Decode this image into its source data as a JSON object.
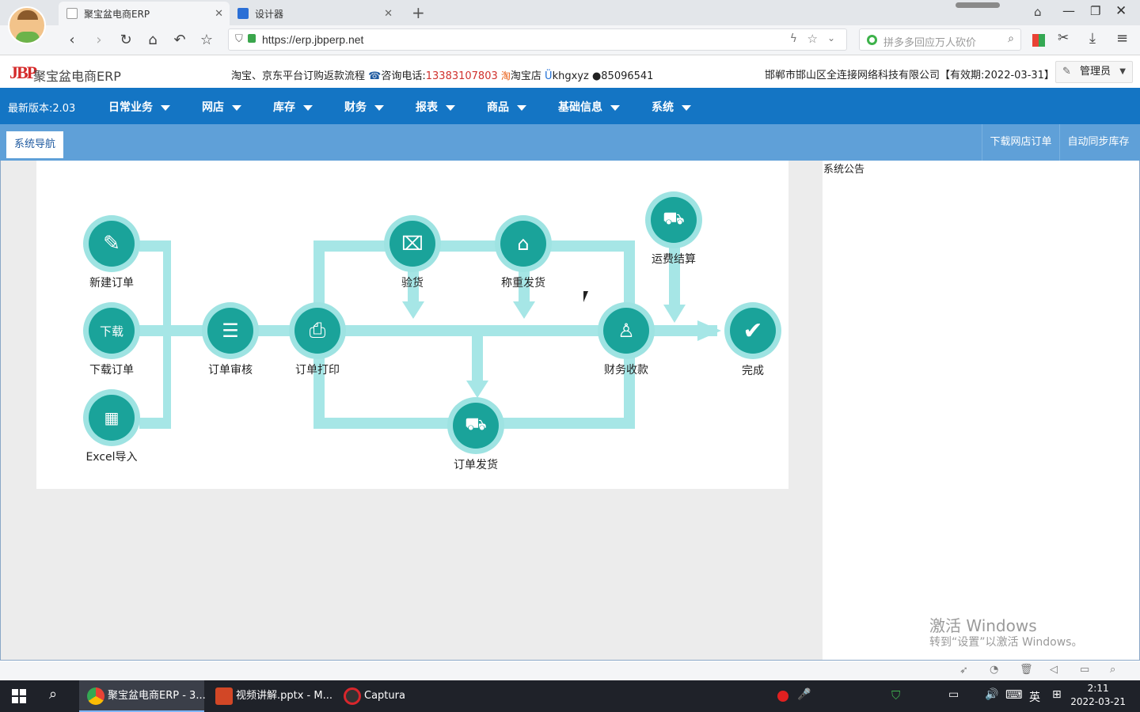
{
  "browser": {
    "tabs": [
      {
        "label": "聚宝盆电商ERP",
        "active": true
      },
      {
        "label": "设计器",
        "active": false
      }
    ],
    "url": "https://erp.jbperp.net",
    "search_placeholder": "拼多多回应万人砍价"
  },
  "header": {
    "logo_mark": "JBP",
    "logo_text": "聚宝盆电商ERP",
    "flow_link": "淘宝、京东平台订购返款流程",
    "phone_label": "咨询电话:",
    "phone_number": "13383107803",
    "taobao_label": "淘宝店",
    "wangwang": "khgxyz",
    "qq": "85096541",
    "company": "邯郸市邯山区全连接网络科技有限公司【有效期:2022-03-31】",
    "admin_label": "管理员"
  },
  "menu": {
    "version": "最新版本:2.03",
    "items": [
      "日常业务",
      "网店",
      "库存",
      "财务",
      "报表",
      "商品",
      "基础信息",
      "系统"
    ]
  },
  "subbar": {
    "nav_tab": "系统导航",
    "download_orders": "下载网店订单",
    "sync_stock": "自动同步库存"
  },
  "flow": {
    "nodes": {
      "new_order": "新建订单",
      "download_icon_text": "下载",
      "download_order": "下载订单",
      "excel_import": "Excel导入",
      "order_review": "订单审核",
      "order_print": "订单打印",
      "inspect": "验货",
      "weigh_ship": "称重发货",
      "freight_settle": "运费结算",
      "finance_receipt": "财务收款",
      "done": "完成",
      "order_ship": "订单发货"
    }
  },
  "notice": {
    "title": "系统公告"
  },
  "watermark": {
    "line1": "激活 Windows",
    "line2": "转到“设置”以激活 Windows。"
  },
  "taskbar": {
    "tasks": [
      "聚宝盆电商ERP - 3...",
      "视频讲解.pptx - M...",
      "Captura"
    ],
    "ime": "英",
    "time": "2:11",
    "date": "2022-03-21"
  },
  "colors": {
    "menu_blue": "#1475c4",
    "subbar_blue": "#5fa0d8",
    "node_teal": "#1aa39a",
    "flow_line": "#a6e6e6"
  }
}
